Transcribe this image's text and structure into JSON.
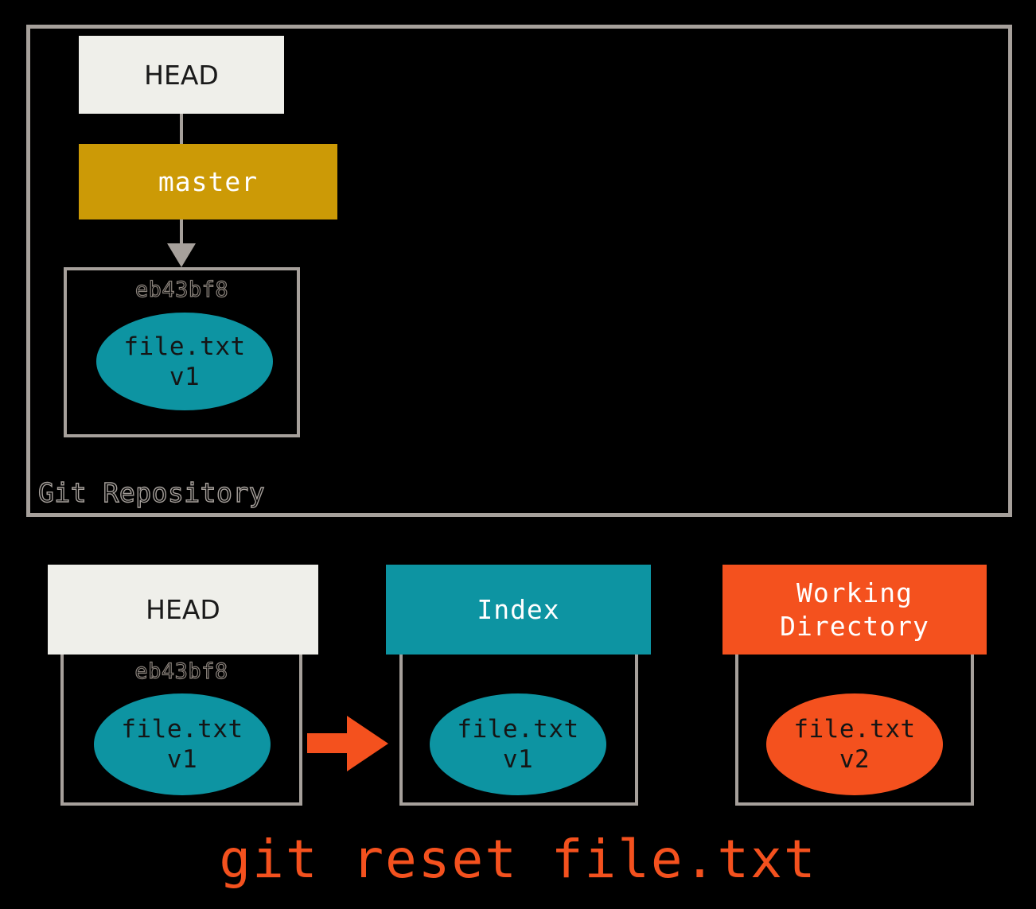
{
  "repository": {
    "label": "Git Repository",
    "head": {
      "label": "HEAD"
    },
    "branch": {
      "label": "master"
    },
    "commit": {
      "hash": "eb43bf8",
      "blob": {
        "filename": "file.txt",
        "version": "v1"
      }
    }
  },
  "states": {
    "head": {
      "title": "HEAD",
      "hash": "eb43bf8",
      "blob": {
        "filename": "file.txt",
        "version": "v1"
      }
    },
    "index": {
      "title": "Index",
      "blob": {
        "filename": "file.txt",
        "version": "v1"
      }
    },
    "working_directory": {
      "title_line1": "Working",
      "title_line2": "Directory",
      "blob": {
        "filename": "file.txt",
        "version": "v2"
      }
    }
  },
  "transition": {
    "arrow": "arrow-right-icon",
    "from": "HEAD",
    "to": "Index"
  },
  "command": "git reset file.txt",
  "colors": {
    "background": "#000000",
    "frame_border": "#A6A09B",
    "head_fill": "#EFEFEA",
    "branch_fill": "#CC9A06",
    "index_fill": "#0D94A2",
    "working_fill": "#F4511E",
    "blob_teal": "#0D94A2",
    "blob_orange": "#F4511E",
    "command_text": "#F4511E",
    "hash_text": "#8A827B"
  }
}
